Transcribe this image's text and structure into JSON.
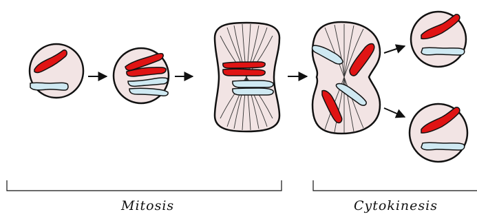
{
  "labels": {
    "mitosis": "Mitosis",
    "cytokinesis": "Cytokinesis"
  },
  "colors": {
    "cell_fill": "#f2e4e4",
    "cell_stroke": "#111111",
    "chromosome_red": "#e01414",
    "chromosome_blue": "#cfe9f2",
    "spindle": "#333333",
    "arrow": "#111111"
  },
  "stages": [
    {
      "name": "interphase-cell"
    },
    {
      "name": "prophase-cell"
    },
    {
      "name": "metaphase-cell"
    },
    {
      "name": "dividing-cell"
    },
    {
      "name": "daughter-cell-top"
    },
    {
      "name": "daughter-cell-bottom"
    }
  ]
}
